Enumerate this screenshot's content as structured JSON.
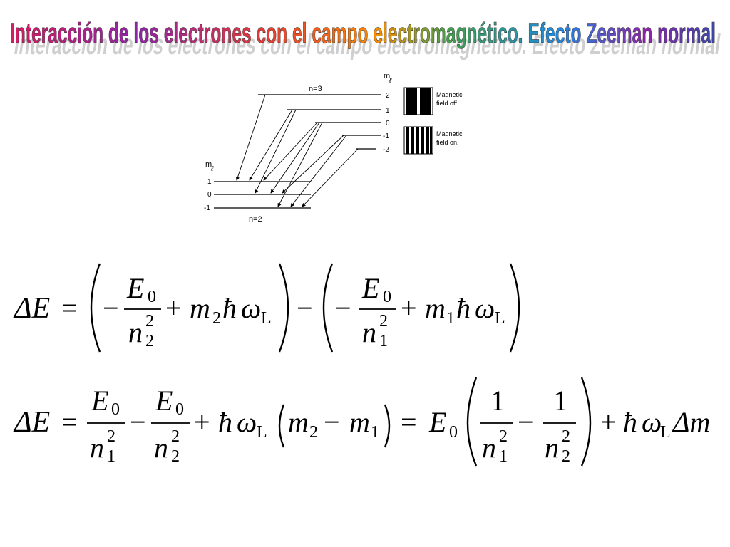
{
  "title": "Interacción de los electrones con el campo electromagnético. Efecto Zeeman normal",
  "colors": {
    "title_gradient": [
      "#d81b60",
      "#8e24aa",
      "#1e88e5",
      "#43a047",
      "#fdd835",
      "#fb8c00",
      "#e53935"
    ],
    "title_shadow": "#c8c8c8",
    "ink": "#000000"
  },
  "diagram": {
    "upper_level_label": "n=3",
    "lower_level_label": "n=2",
    "ml_symbol": "m",
    "ml_subscript": "ℓ",
    "upper_ml_values": [
      "2",
      "1",
      "0",
      "-1",
      "-2"
    ],
    "lower_ml_values": [
      "1",
      "0",
      "-1"
    ],
    "spectrum_off_label_1": "Magnetic",
    "spectrum_off_label_2": "field off.",
    "spectrum_on_label_1": "Magnetic",
    "spectrum_on_label_2": "field on."
  },
  "equation1": {
    "lhs": "ΔE",
    "eq": "=",
    "E0_E": "E",
    "E0_sub": "0",
    "n": "n",
    "sup2": "2",
    "sub2": "2",
    "sub1": "1",
    "minus": "−",
    "plus": "+",
    "m": "m",
    "hbar": "ħ",
    "omega": "ω",
    "L": "L"
  },
  "equation2": {
    "lhs": "ΔE",
    "eq": "=",
    "E": "E",
    "sub0": "0",
    "n": "n",
    "sup2": "2",
    "sub1": "1",
    "sub2": "2",
    "minus": "−",
    "plus": "+",
    "hbar": "ħ",
    "omega": "ω",
    "L": "L",
    "m": "m",
    "one": "1",
    "delta_m": "Δm"
  }
}
